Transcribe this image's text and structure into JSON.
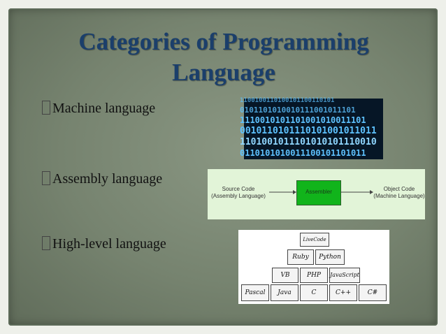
{
  "slide": {
    "title_line1": "Categories of Programming",
    "title_line2": "Language",
    "bullets": [
      {
        "label": "Machine language"
      },
      {
        "label": "Assembly language"
      },
      {
        "label": "High-level language"
      }
    ]
  },
  "binary_image": {
    "rows": [
      "1100100110100101100110101",
      "0101101010010111001011101",
      "1110010101101001010011101",
      "0010110101110101001011011",
      "1101001011101010101110010",
      "0110101010011100101101011"
    ]
  },
  "assembler_diagram": {
    "source_line1": "Source Code",
    "source_line2": "(Assembly Language)",
    "box_label": "Assembler",
    "object_line1": "Object Code",
    "object_line2": "(Machine Language)"
  },
  "pyramid": {
    "row1": [
      "Pascal",
      "Java",
      "C",
      "C++",
      "C#"
    ],
    "row2": [
      "VB",
      "PHP",
      "JavaScript"
    ],
    "row3": [
      "Ruby",
      "Python"
    ],
    "row4": [
      "LiveCode"
    ]
  },
  "colors": {
    "title": "#1b3f6b",
    "board": "#76836f",
    "assembler_box": "#11b41b",
    "binary_text": "#5ec2ff"
  }
}
